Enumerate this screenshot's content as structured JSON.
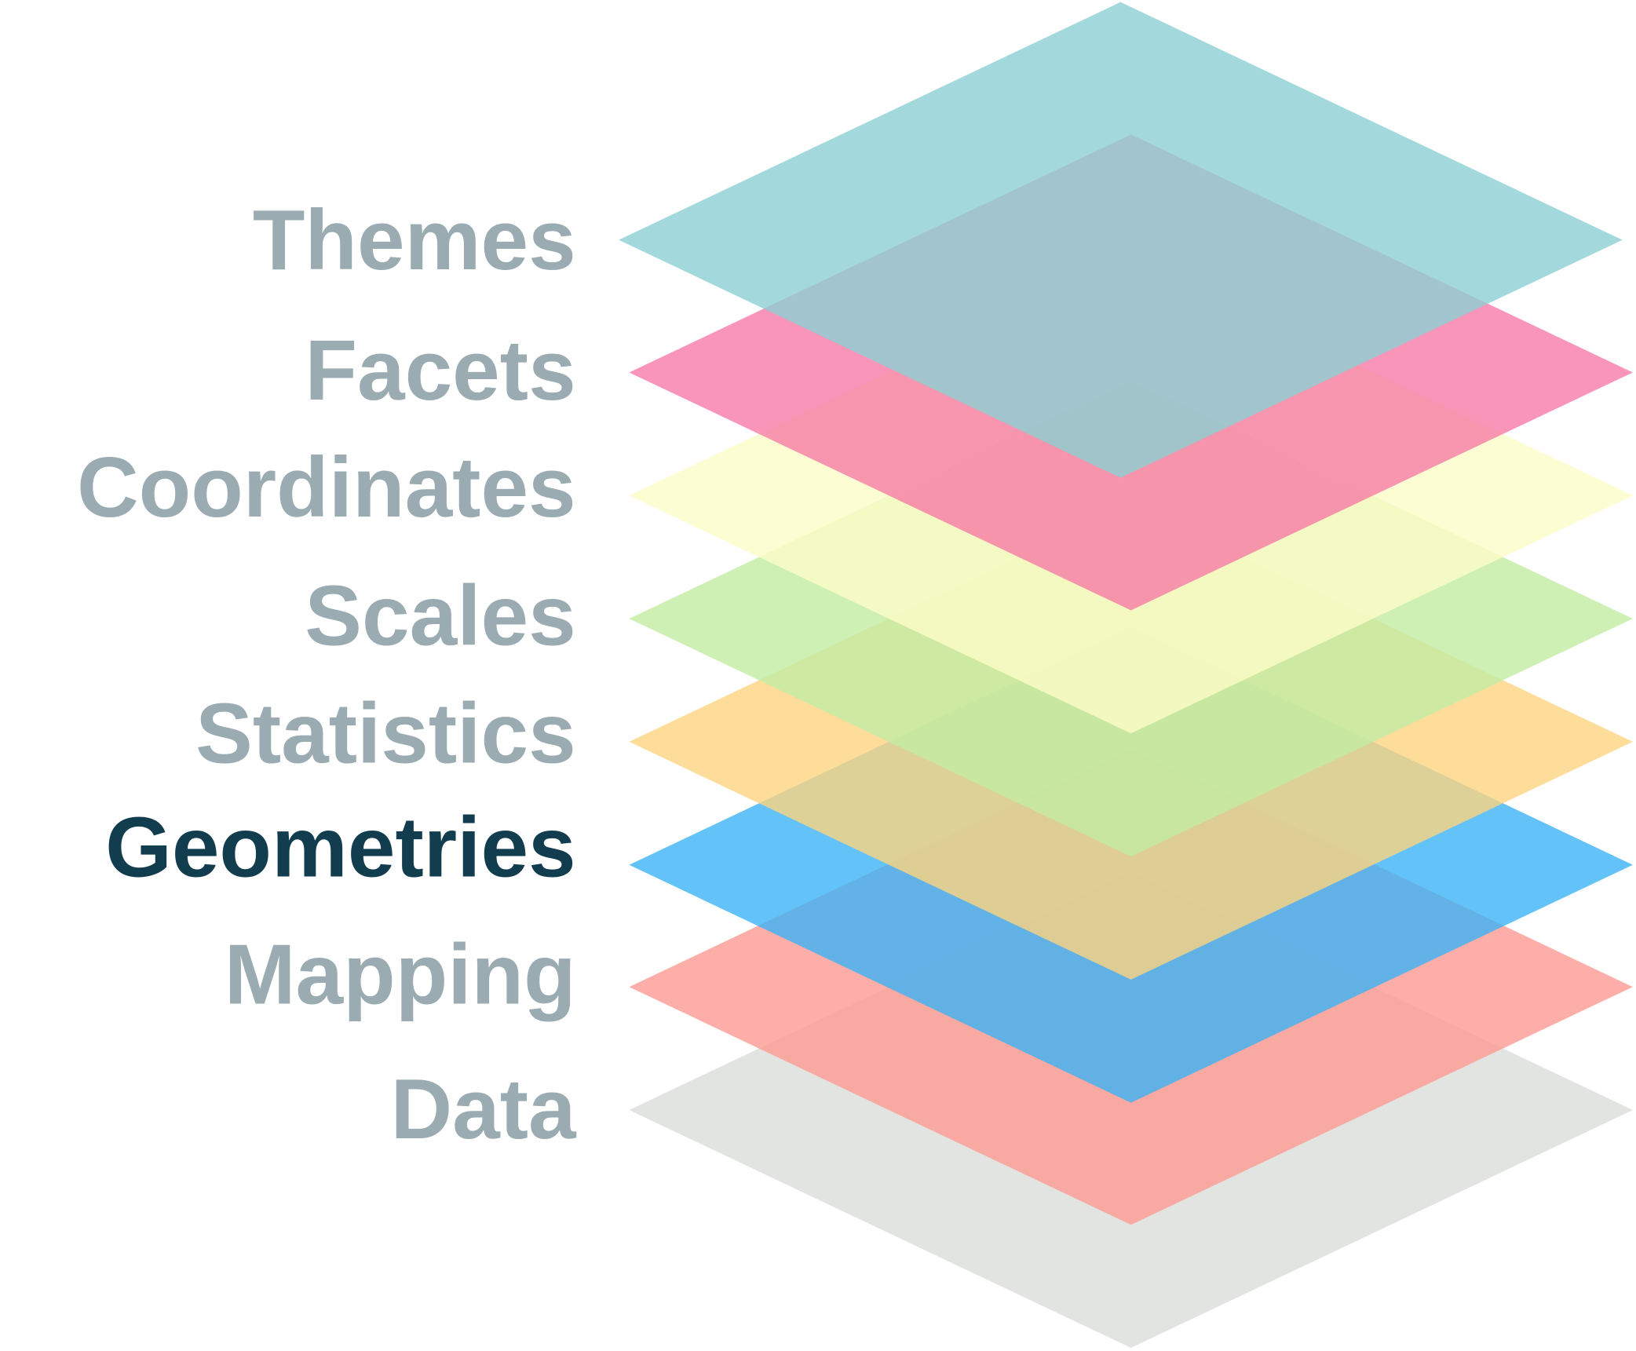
{
  "layers": [
    {
      "name": "Data",
      "color": "#dcdfdb",
      "label_color": "#9aabb2"
    },
    {
      "name": "Mapping",
      "color": "#fe9a92",
      "label_color": "#9aabb2"
    },
    {
      "name": "Geometries",
      "color": "#3cb3f6",
      "label_color": "#123d4f"
    },
    {
      "name": "Statistics",
      "color": "#fcd47f",
      "label_color": "#9aabb2"
    },
    {
      "name": "Scales",
      "color": "#c2eca3",
      "label_color": "#9aabb2"
    },
    {
      "name": "Coordinates",
      "color": "#fdfdc8",
      "label_color": "#9aabb2"
    },
    {
      "name": "Facets",
      "color": "#f67aa6",
      "label_color": "#9aabb2"
    },
    {
      "name": "Themes",
      "color": "#8ccfd3",
      "label_color": "#9aabb2"
    }
  ]
}
